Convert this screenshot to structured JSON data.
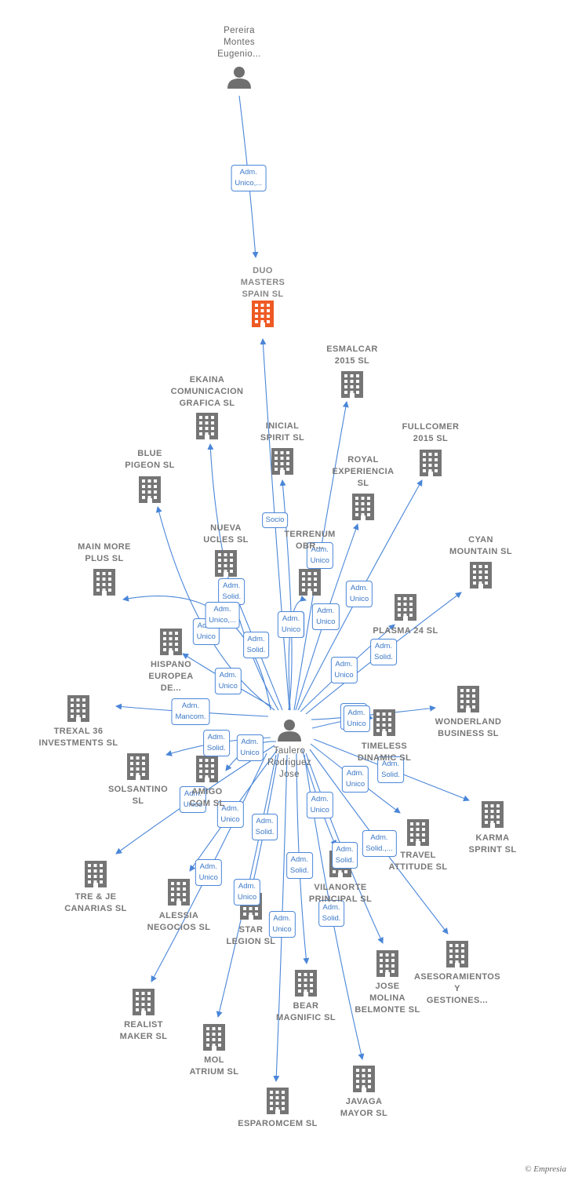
{
  "colors": {
    "edge": "#4a86d8",
    "company": "#757575",
    "focus_company": "#ee5a24",
    "person": "#6f6f6f"
  },
  "nodes": [
    {
      "id": "pereira",
      "label": "Pereira\nMontes\nEugenio...",
      "type": "person"
    },
    {
      "id": "duo",
      "label": "DUO\nMASTERS\nSPAIN  SL",
      "type": "focus"
    },
    {
      "id": "taulero",
      "label": "Taulero\nRodriguez\nJose",
      "type": "person"
    },
    {
      "id": "esmalcar",
      "label": "ESMALCAR\n2015  SL",
      "type": "company"
    },
    {
      "id": "ekaina",
      "label": "EKAINA\nCOMUNICACION\nGRAFICA  SL",
      "type": "company"
    },
    {
      "id": "inicial",
      "label": "INICIAL\nSPIRIT  SL",
      "type": "company"
    },
    {
      "id": "fullcomer",
      "label": "FULLCOMER\n2015  SL",
      "type": "company"
    },
    {
      "id": "royal",
      "label": "ROYAL\nEXPERIENCIA\nSL",
      "type": "company"
    },
    {
      "id": "blue",
      "label": "BLUE\nPIGEON  SL",
      "type": "company"
    },
    {
      "id": "nueva",
      "label": "NUEVA\nUCLES  SL",
      "type": "company"
    },
    {
      "id": "terrenum",
      "label": "TERRENUM\nOBR...",
      "type": "company"
    },
    {
      "id": "cyan",
      "label": "CYAN\nMOUNTAIN  SL",
      "type": "company"
    },
    {
      "id": "mainmore",
      "label": "MAIN MORE\nPLUS  SL",
      "type": "company"
    },
    {
      "id": "plasma",
      "label": "PLASMA 24 SL",
      "type": "company"
    },
    {
      "id": "hispano",
      "label": "HISPANO\nEUROPEA\nDE...",
      "type": "company"
    },
    {
      "id": "wonderland",
      "label": "WONDERLAND\nBUSINESS  SL",
      "type": "company"
    },
    {
      "id": "trexal",
      "label": "TREXAL 36\nINVESTMENTS SL",
      "type": "company"
    },
    {
      "id": "timeless",
      "label": "TIMELESS\nDINAMIC  SL",
      "type": "company"
    },
    {
      "id": "solsantino",
      "label": "SOLSANTINO\nSL",
      "type": "company"
    },
    {
      "id": "amigo",
      "label": "AMIGO\nCOM  SL",
      "type": "company"
    },
    {
      "id": "karma",
      "label": "KARMA\nSPRINT  SL",
      "type": "company"
    },
    {
      "id": "travel",
      "label": "TRAVEL\nATTITUDE  SL",
      "type": "company"
    },
    {
      "id": "treje",
      "label": "TRE & JE\nCANARIAS  SL",
      "type": "company"
    },
    {
      "id": "alessia",
      "label": "ALESSIA\nNEGOCIOS  SL",
      "type": "company"
    },
    {
      "id": "vilanorte",
      "label": "VILANORTE\nPRINCIPAL  SL",
      "type": "company"
    },
    {
      "id": "star",
      "label": "STAR\nLEGION  SL",
      "type": "company"
    },
    {
      "id": "asesoramientos",
      "label": "ASESORAMIENTOS\nY\nGESTIONES...",
      "type": "company"
    },
    {
      "id": "jose",
      "label": "JOSE\nMOLINA\nBELMONTE  SL",
      "type": "company"
    },
    {
      "id": "bear",
      "label": "BEAR\nMAGNIFIC  SL",
      "type": "company"
    },
    {
      "id": "realist",
      "label": "REALIST\nMAKER  SL",
      "type": "company"
    },
    {
      "id": "mol",
      "label": "MOL\nATRIUM  SL",
      "type": "company"
    },
    {
      "id": "javaga",
      "label": "JAVAGA\nMAYOR  SL",
      "type": "company"
    },
    {
      "id": "esparomcem",
      "label": "ESPAROMCEM SL",
      "type": "company"
    }
  ],
  "edges": [
    {
      "from": "pereira",
      "to": "duo",
      "label": "Adm.\nUnico,..."
    },
    {
      "from": "taulero",
      "to": "duo",
      "label": "Socio"
    },
    {
      "from": "taulero",
      "to": "esmalcar",
      "label": "Adm.\nUnico"
    },
    {
      "from": "taulero",
      "to": "ekaina",
      "label": "Adm.\nSolid."
    },
    {
      "from": "taulero",
      "to": "inicial",
      "label": "Adm.\nSolid."
    },
    {
      "from": "taulero",
      "to": "fullcomer",
      "label": "Adm.\nUnico"
    },
    {
      "from": "taulero",
      "to": "royal",
      "label": "Adm.\nUnico"
    },
    {
      "from": "taulero",
      "to": "blue",
      "label": "Adm.\nUnico"
    },
    {
      "from": "taulero",
      "to": "nueva",
      "label": "Adm.\nSolid."
    },
    {
      "from": "taulero",
      "to": "terrenum",
      "label": "Adm.\nUnico"
    },
    {
      "from": "taulero",
      "to": "cyan",
      "label": "Adm.\nSolid."
    },
    {
      "from": "taulero",
      "to": "mainmore",
      "label": "Adm.\nUnico,..."
    },
    {
      "from": "taulero",
      "to": "plasma",
      "label": "Adm.\nUnico"
    },
    {
      "from": "taulero",
      "to": "hispano",
      "label": "Adm.\nUnico"
    },
    {
      "from": "taulero",
      "to": "wonderland",
      "label": "Adm.\nUnico"
    },
    {
      "from": "taulero",
      "to": "trexal",
      "label": "Adm.\nMancom."
    },
    {
      "from": "taulero",
      "to": "timeless",
      "label": "Adm.\nUnico"
    },
    {
      "from": "taulero",
      "to": "solsantino",
      "label": "Adm.\nSolid."
    },
    {
      "from": "taulero",
      "to": "amigo",
      "label": "Adm.\nUnico"
    },
    {
      "from": "taulero",
      "to": "karma",
      "label": "Adm.\nSolid."
    },
    {
      "from": "taulero",
      "to": "travel",
      "label": "Adm.\nUnico"
    },
    {
      "from": "taulero",
      "to": "treje",
      "label": "Adm.\nUnico"
    },
    {
      "from": "taulero",
      "to": "alessia",
      "label": "Adm.\nUnico"
    },
    {
      "from": "taulero",
      "to": "vilanorte",
      "label": "Adm.\nUnico"
    },
    {
      "from": "taulero",
      "to": "star",
      "label": "Adm.\nSolid."
    },
    {
      "from": "taulero",
      "to": "asesoramientos",
      "label": "Adm.\nSolid.,..."
    },
    {
      "from": "taulero",
      "to": "jose",
      "label": "Adm.\nSolid."
    },
    {
      "from": "taulero",
      "to": "bear",
      "label": "Adm.\nSolid."
    },
    {
      "from": "taulero",
      "to": "realist",
      "label": "Adm.\nUnico"
    },
    {
      "from": "taulero",
      "to": "mol",
      "label": "Adm.\nUnico"
    },
    {
      "from": "taulero",
      "to": "javaga",
      "label": "Adm.\nSolid."
    },
    {
      "from": "taulero",
      "to": "esparomcem",
      "label": "Adm.\nUnico"
    }
  ],
  "credit": "© Empresia"
}
